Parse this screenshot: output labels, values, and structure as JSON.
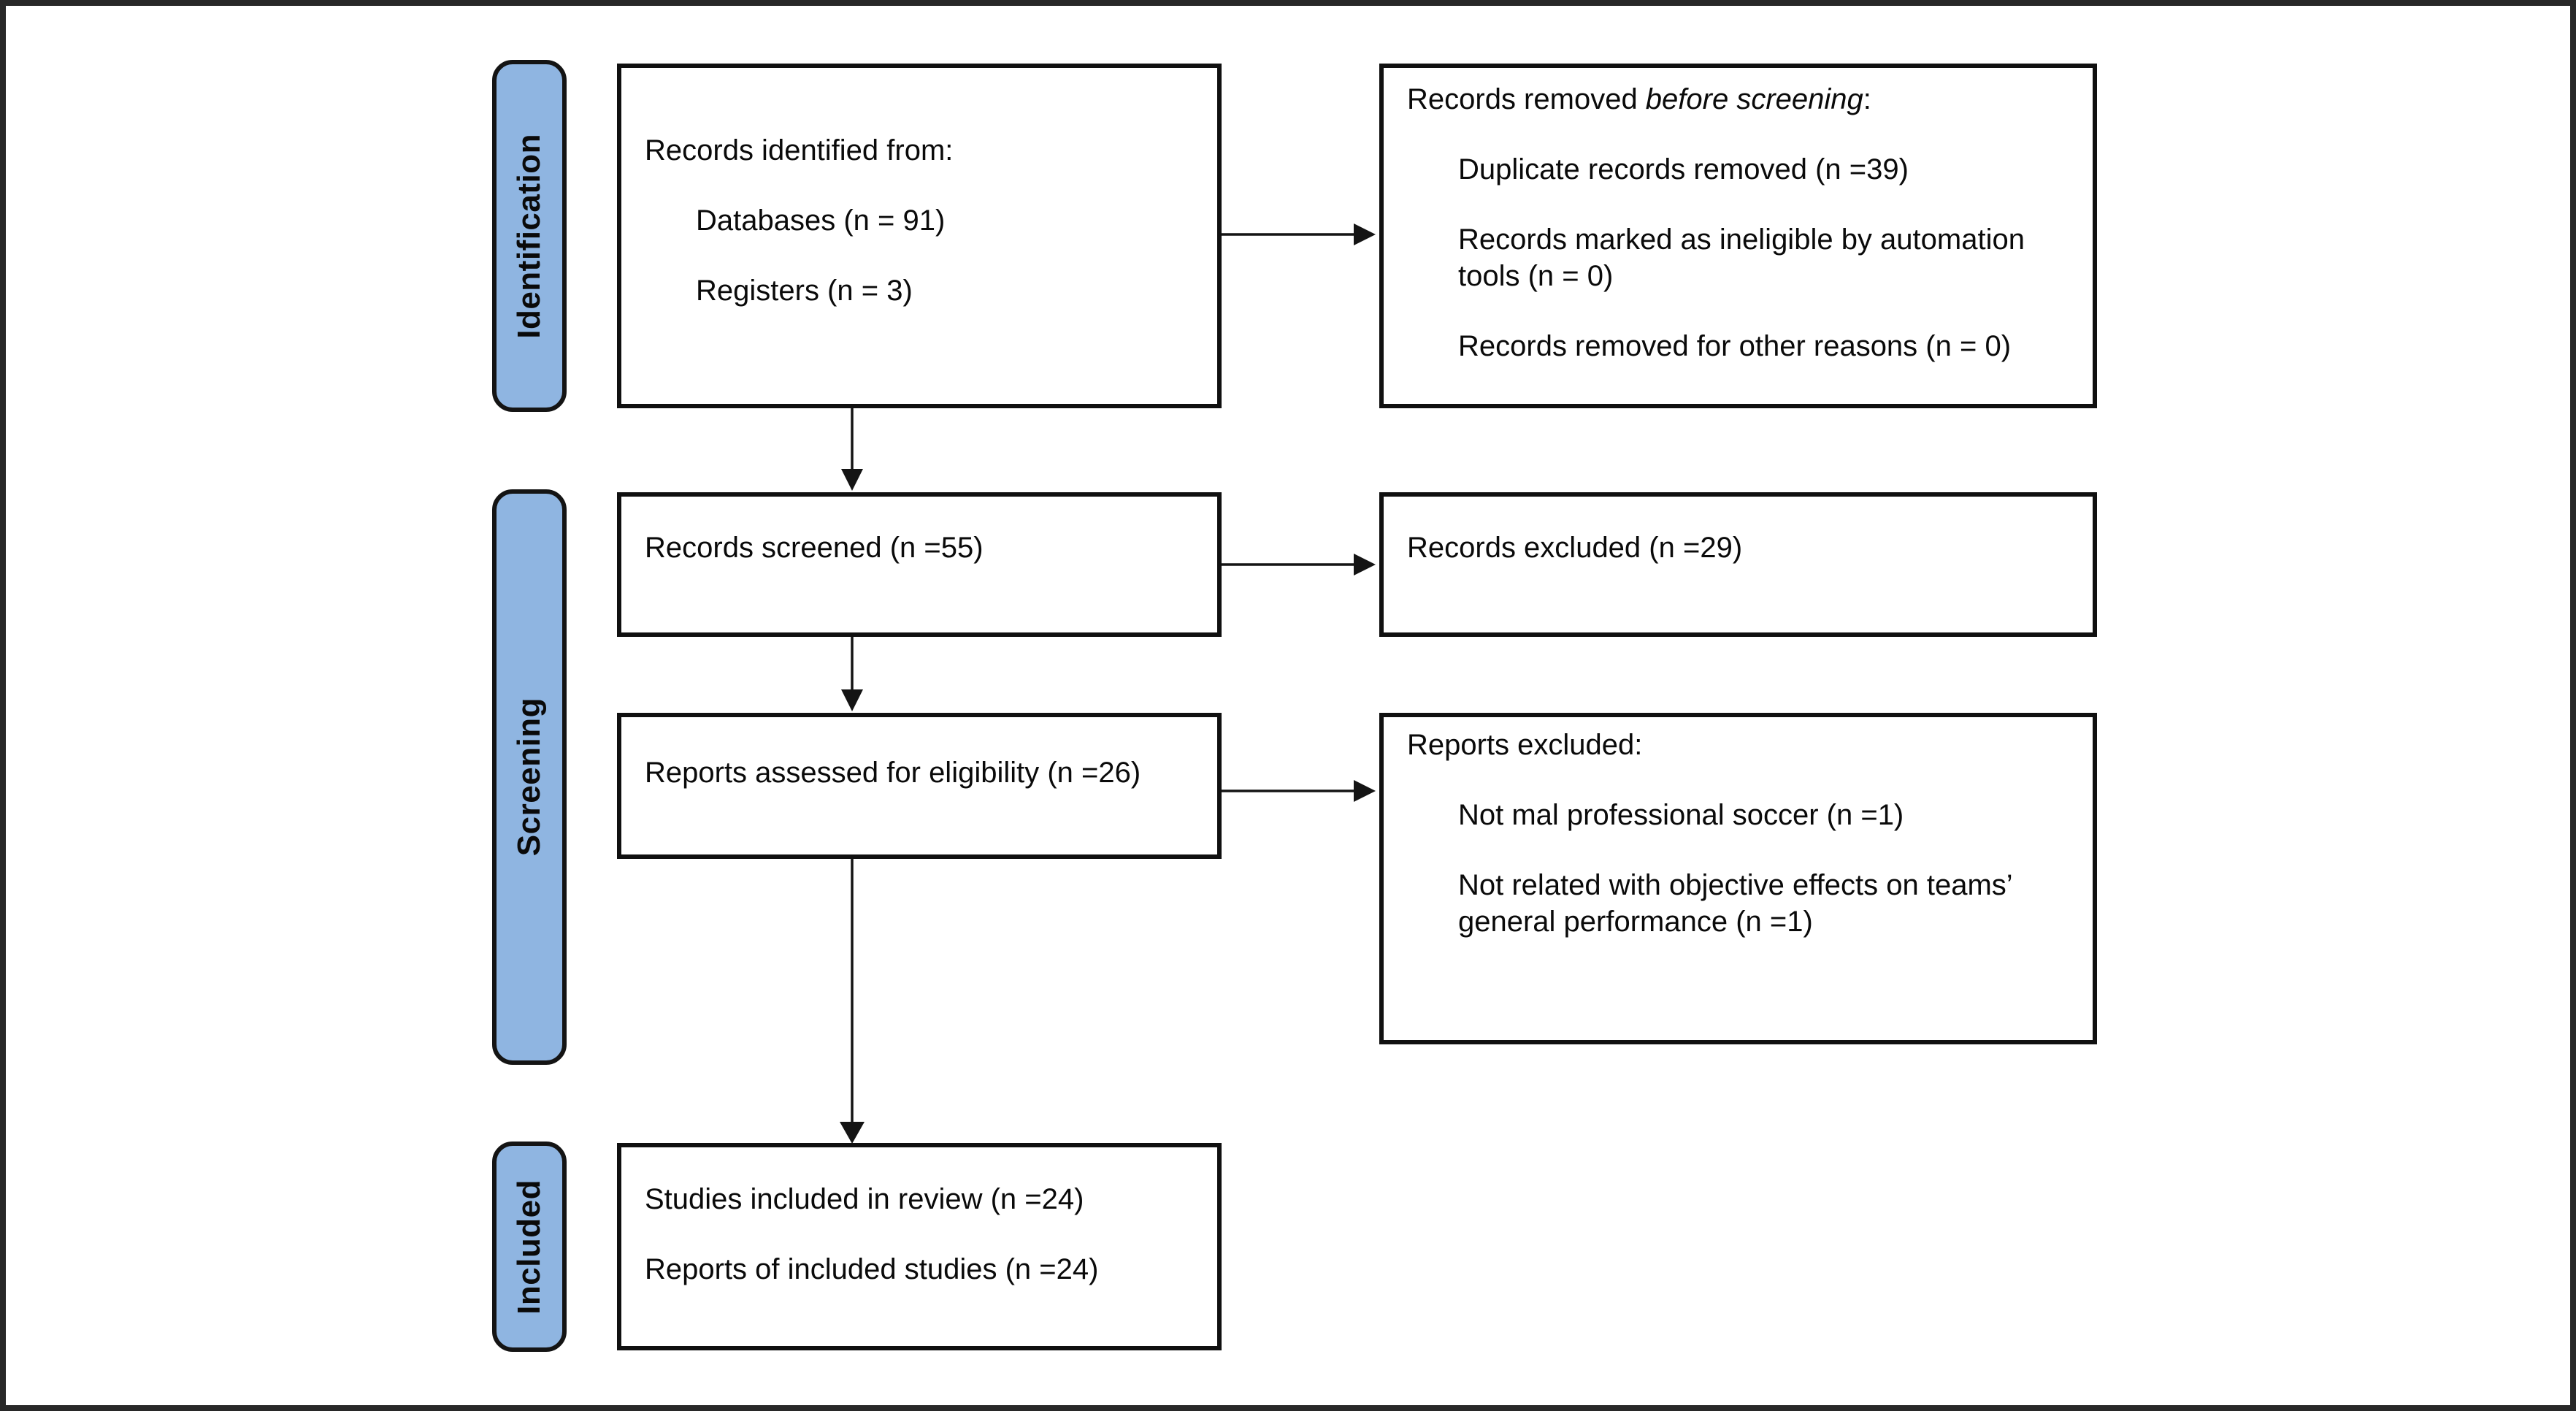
{
  "stages": [
    {
      "label": "Identification"
    },
    {
      "label": "Screening"
    },
    {
      "label": "Included"
    }
  ],
  "boxes": {
    "identified": {
      "heading": "Records identified from:",
      "items": [
        "Databases (n = 91)",
        "Registers (n = 3)"
      ]
    },
    "removed": {
      "heading_prefix": "Records removed ",
      "heading_italic": "before screening",
      "heading_suffix": ":",
      "items": [
        {
          "lines": [
            "Duplicate records removed (n =39)"
          ]
        },
        {
          "lines": [
            "Records marked as ineligible by automation",
            "tools (n = 0)"
          ]
        },
        {
          "lines": [
            "Records removed for other reasons (n = 0)"
          ]
        }
      ]
    },
    "screened": {
      "text": "Records screened (n =55)"
    },
    "excluded": {
      "text": "Records excluded (n =29)"
    },
    "assessed": {
      "text": "Reports assessed for eligibility (n =26)"
    },
    "reports_excluded": {
      "heading": "Reports excluded:",
      "items": [
        {
          "lines": [
            "Not mal professional soccer (n =1)"
          ]
        },
        {
          "lines": [
            "Not related with objective effects on teams’",
            "general performance (n =1)"
          ]
        }
      ]
    },
    "included": {
      "items": [
        "Studies included in review (n =24)",
        "Reports of included studies (n =24)"
      ]
    }
  },
  "colors": {
    "stage_fill": "#8FB5E1",
    "box_border": "#101010",
    "arrow": "#141414",
    "frame_border": "#282828",
    "background": "#FFFFFF",
    "text": "#0A0A0A"
  }
}
